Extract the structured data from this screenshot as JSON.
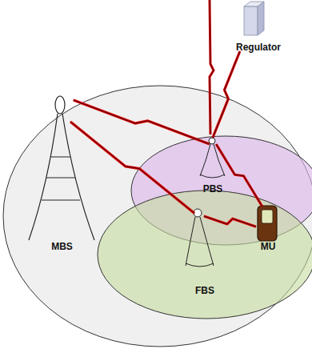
{
  "diagram": {
    "nodes": [
      {
        "text": [
          "Regulator"
        ]
      },
      {
        "text": [
          "MBS"
        ]
      },
      {
        "text": [
          "PBS"
        ]
      },
      {
        "text": [
          "FBS"
        ]
      },
      {
        "text": [
          "MU"
        ]
      }
    ],
    "edges": [
      {
        "from": 1,
        "to": 2,
        "arrow": "none"
      },
      {
        "from": 1,
        "to": 3,
        "arrow": "none"
      },
      {
        "from": 0,
        "to": 2,
        "arrow": "none"
      },
      {
        "from": 2,
        "to": 4,
        "arrow": "none"
      },
      {
        "from": 3,
        "to": 4,
        "arrow": "none"
      }
    ]
  }
}
